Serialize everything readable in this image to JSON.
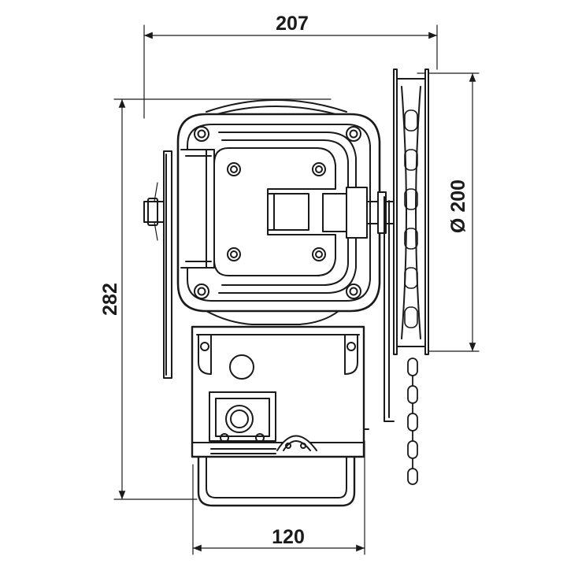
{
  "dimensions": {
    "top_width": "207",
    "height": "282",
    "diameter": "Ø 200",
    "bottom_width": "120"
  },
  "colors": {
    "line": "#1a1a1a",
    "fill": "#ffffff"
  }
}
